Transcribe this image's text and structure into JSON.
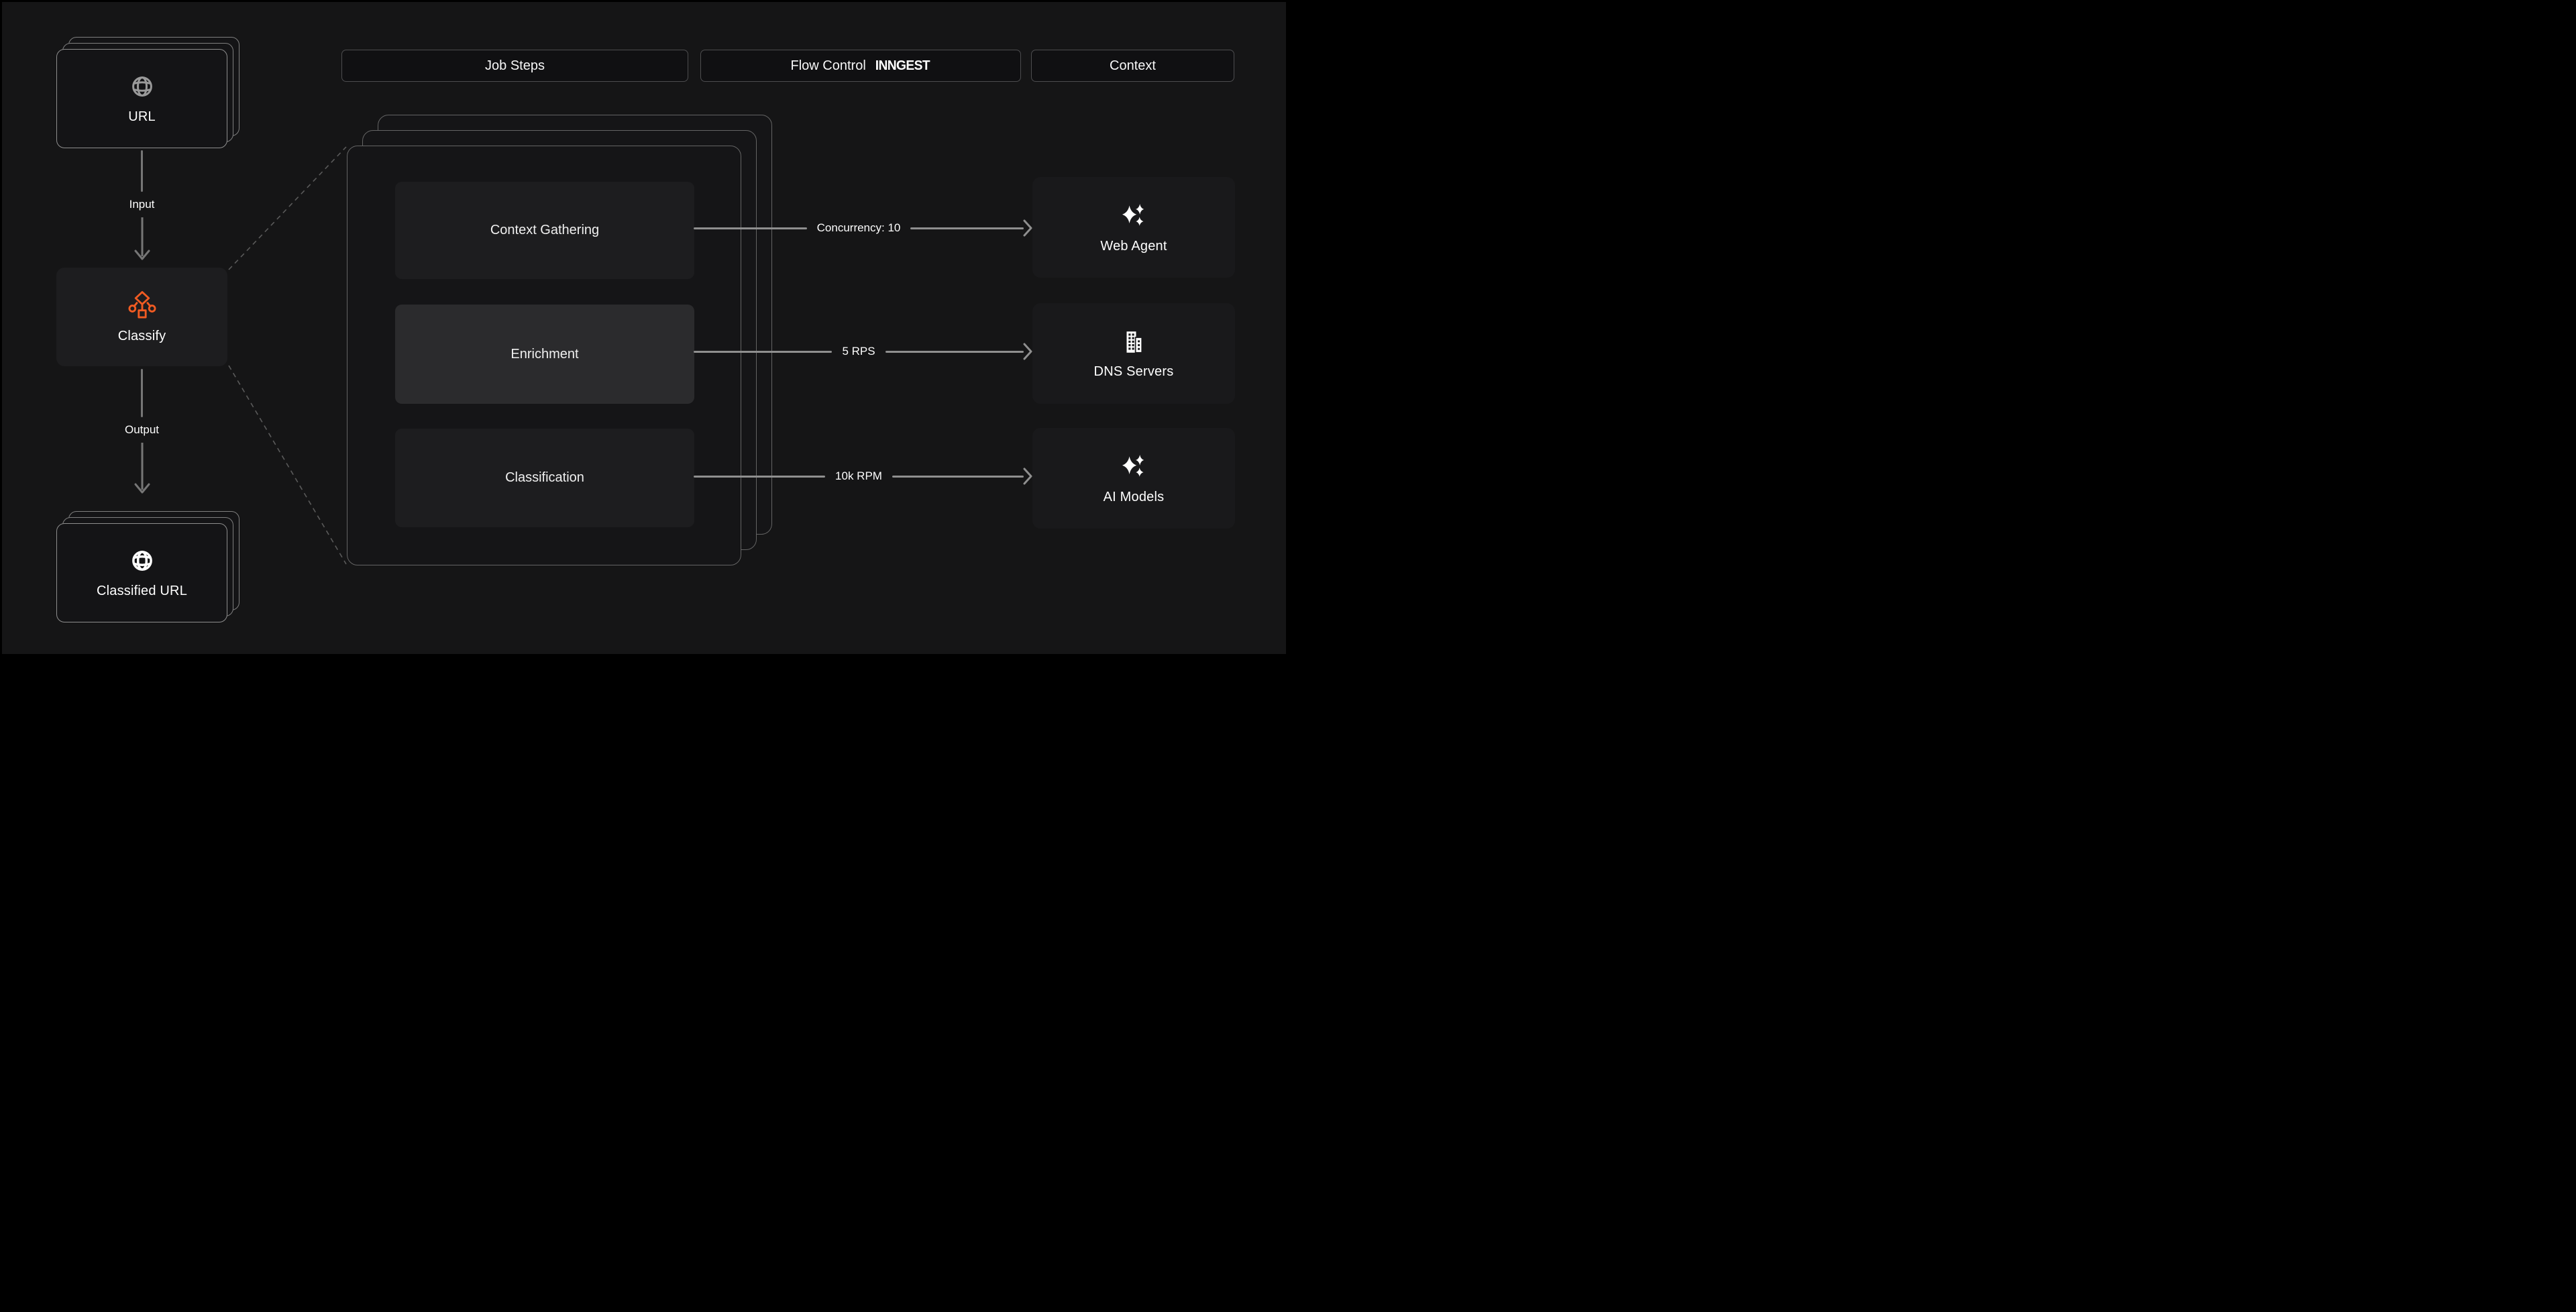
{
  "colors": {
    "canvas_bg": "#151516",
    "accent_orange": "#f05b22",
    "arrow_gray": "#8f8f8f",
    "card_border_gray": "#8e8e8e",
    "step_highlight": "#2b2b2d"
  },
  "headers": [
    {
      "label": "Job Steps"
    },
    {
      "label": "Flow Control",
      "brand": "INNGEST"
    },
    {
      "label": "Context"
    }
  ],
  "left_flow": {
    "input_card": {
      "label": "URL",
      "icon": "globe-icon"
    },
    "input_edge_label": "Input",
    "process_card": {
      "label": "Classify",
      "icon": "classify-tree-icon"
    },
    "output_edge_label": "Output",
    "output_card": {
      "label": "Classified URL",
      "icon": "globe-filled-icon"
    }
  },
  "job_steps": [
    {
      "label": "Context Gathering"
    },
    {
      "label": "Enrichment"
    },
    {
      "label": "Classification"
    }
  ],
  "flow_control_labels": [
    "Concurrency: 10",
    "5 RPS",
    "10k RPM"
  ],
  "context_nodes": [
    {
      "label": "Web Agent",
      "icon": "sparkles-icon"
    },
    {
      "label": "DNS Servers",
      "icon": "buildings-icon"
    },
    {
      "label": "AI Models",
      "icon": "sparkles-icon"
    }
  ]
}
